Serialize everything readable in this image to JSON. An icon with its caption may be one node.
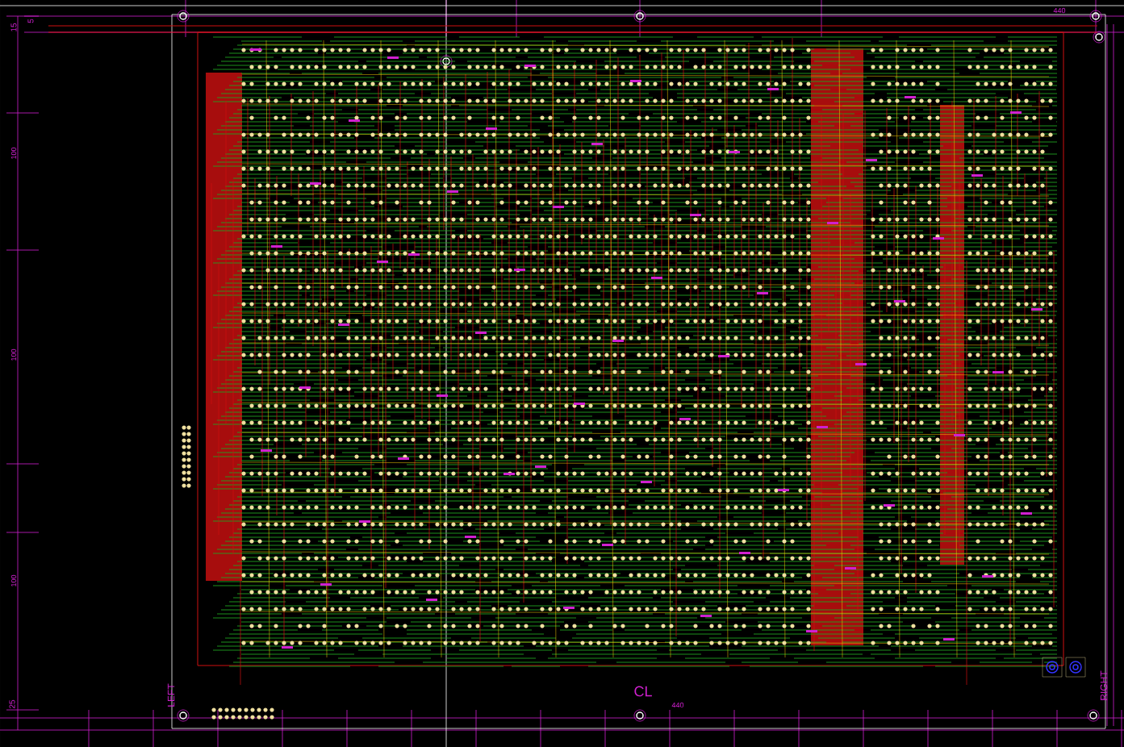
{
  "diagram": {
    "labels": [
      "440",
      "15",
      "5",
      "100",
      "100",
      "100",
      "25",
      "LEFT",
      "CL",
      "440",
      "RIGHT"
    ]
  }
}
